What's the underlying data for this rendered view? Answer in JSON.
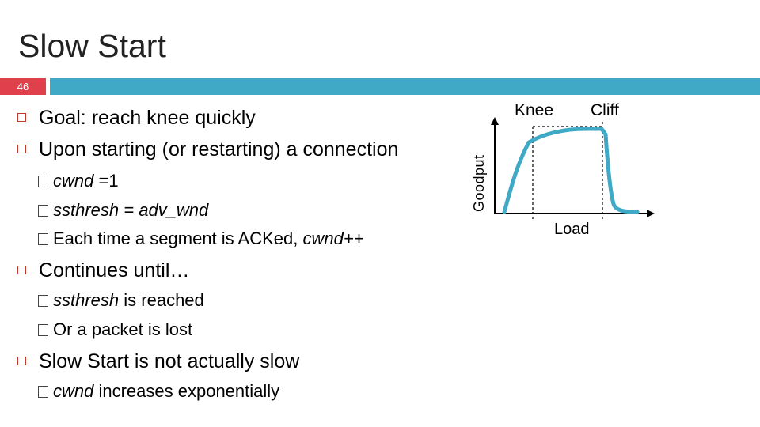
{
  "slide": {
    "title": "Slow Start",
    "number": "46",
    "accent_color": "#e0404b",
    "rule_color": "#3fa9c6"
  },
  "bullets": [
    {
      "level": 1,
      "text": "Goal: reach knee quickly"
    },
    {
      "level": 1,
      "text": "Upon starting (or restarting) a connection"
    },
    {
      "level": 2,
      "parts": [
        {
          "text": "cwnd",
          "italic": true
        },
        {
          "text": " =1",
          "italic": false
        }
      ]
    },
    {
      "level": 2,
      "parts": [
        {
          "text": "ssthresh = adv_wnd",
          "italic": true
        }
      ]
    },
    {
      "level": 2,
      "parts": [
        {
          "text": "Each time a segment is ACKed, ",
          "italic": false
        },
        {
          "text": "cwnd++",
          "italic": true
        }
      ]
    },
    {
      "level": 1,
      "text": "Continues until…"
    },
    {
      "level": 2,
      "parts": [
        {
          "text": "ssthresh",
          "italic": true
        },
        {
          "text": " is reached",
          "italic": false
        }
      ]
    },
    {
      "level": 2,
      "parts": [
        {
          "text": "Or a packet is lost",
          "italic": false
        }
      ]
    },
    {
      "level": 1,
      "text": "Slow Start is not actually slow"
    },
    {
      "level": 2,
      "parts": [
        {
          "text": "cwnd",
          "italic": true
        },
        {
          "text": " increases exponentially",
          "italic": false
        }
      ]
    }
  ],
  "diagram": {
    "y_axis_label": "Goodput",
    "x_axis_label": "Load",
    "knee_label": "Knee",
    "cliff_label": "Cliff",
    "curve_color": "#3fa9c6"
  }
}
